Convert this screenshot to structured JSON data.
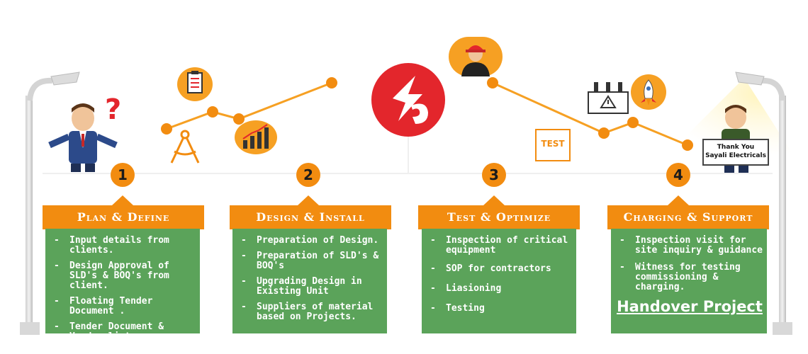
{
  "steps": [
    {
      "number": "1",
      "title": "Plan & Define",
      "items": [
        "Input details from clients.",
        "Design Approval of SLD's & BOQ's from client.",
        "Floating Tender Document .",
        "Tender Document & Vender list."
      ]
    },
    {
      "number": "2",
      "title": "Design & Install",
      "items": [
        "Preparation of Design.",
        "Preparation of SLD's & BOQ's",
        "Upgrading Design in Existing Unit",
        "Suppliers of material based on Projects."
      ]
    },
    {
      "number": "3",
      "title": "Test & Optimize",
      "items": [
        "Inspection of critical equipment",
        "SOP for contractors",
        "Liasioning",
        "Testing"
      ]
    },
    {
      "number": "4",
      "title": "Charging & Support",
      "items": [
        "Inspection visit for site inquiry & guidance",
        "Witness for testing commissioning & charging."
      ],
      "footer": "Handover Project"
    }
  ],
  "sign": {
    "line1": "Thank You",
    "line2": "Sayali Electricals"
  },
  "icons": {
    "question": "?",
    "test": "TEST",
    "clipboard": "clipboard-icon",
    "compass": "compass-icon",
    "bar_chart": "bar-chart-icon",
    "logo": "lightning-logo",
    "worker": "engineer-icon",
    "transformer": "transformer-icon",
    "rocket": "rocket-icon"
  },
  "colors": {
    "orange": "#f28c10",
    "green": "#5ba35a",
    "logo_red": "#e3262c"
  }
}
